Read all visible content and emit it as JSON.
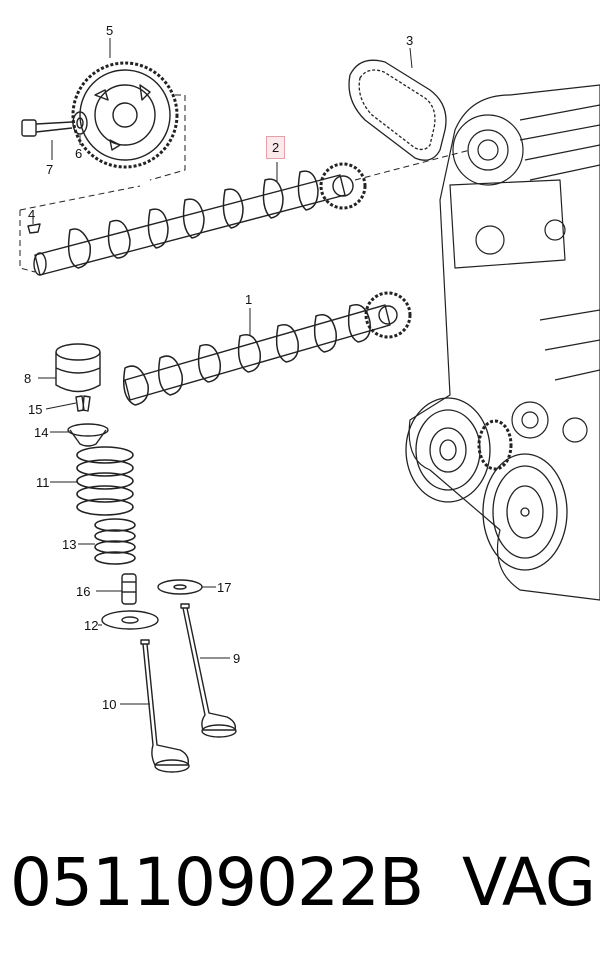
{
  "callouts": {
    "c1": "1",
    "c2": "2",
    "c3": "3",
    "c4": "4",
    "c5": "5",
    "c6": "6",
    "c7": "7",
    "c8": "8",
    "c9": "9",
    "c10": "10",
    "c11": "11",
    "c12": "12",
    "c13": "13",
    "c14": "14",
    "c15": "15",
    "c16": "16",
    "c17": "17"
  },
  "highlighted_callout": "2",
  "caption": {
    "part_number": "051109022B",
    "brand": "VAG"
  },
  "colors": {
    "line": "#222222",
    "highlight_border": "#e8a0a8",
    "highlight_fill": "#fbe9ec"
  }
}
